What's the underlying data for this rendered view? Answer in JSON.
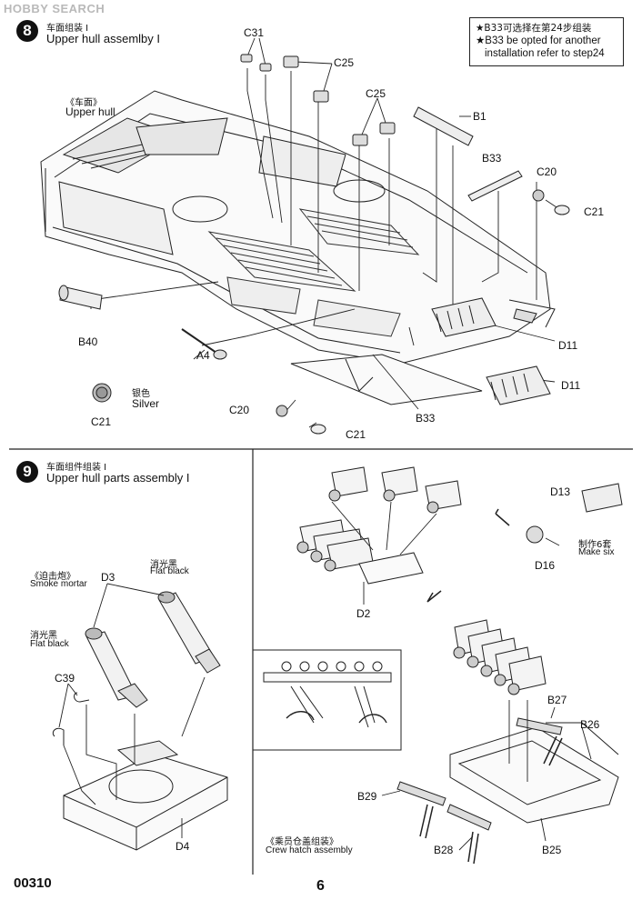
{
  "watermark": "HOBBY SEARCH",
  "step8": {
    "number": "8",
    "title_cn": "车面组装 I",
    "title_en": "Upper hull assemlby I",
    "note": {
      "line1": "★B33可选择在第24步组装",
      "line2": "★B33 be opted for another",
      "line3": "installation refer to step24"
    },
    "upper_hull_cn": "《车面》",
    "upper_hull_en": "Upper hull",
    "silver_cn": "银色",
    "silver_en": "Silver",
    "labels": {
      "c31": "C31",
      "c25_a": "C25",
      "c25_b": "C25",
      "b1": "B1",
      "b33_a": "B33",
      "c20_a": "C20",
      "c21_a": "C21",
      "b40": "B40",
      "a4": "A4",
      "d11_a": "D11",
      "d11_b": "D11",
      "c21_b": "C21",
      "c20_b": "C20",
      "c21_c": "C21",
      "b33_b": "B33"
    }
  },
  "step9": {
    "number": "9",
    "title_cn": "车面组件组装 I",
    "title_en": "Upper hull parts assembly I",
    "smoke_cn": "《迫击炮》",
    "smoke_en": "Smoke mortar",
    "flat_black_cn_a": "消光黑",
    "flat_black_en_a": "Flat black",
    "flat_black_cn_b": "消光黑",
    "flat_black_en_b": "Flat black",
    "make_six_cn": "制作6套",
    "make_six_en": "Make six",
    "crew_hatch_cn": "《乘员仓盖组装》",
    "crew_hatch_en": "Crew hatch assembly",
    "labels": {
      "d3": "D3",
      "c39": "C39",
      "d4": "D4",
      "d13": "D13",
      "d16": "D16",
      "d2": "D2",
      "b27": "B27",
      "b26": "B26",
      "b29": "B29",
      "b28": "B28",
      "b25": "B25"
    }
  },
  "footer": {
    "code": "00310",
    "page": "6"
  }
}
